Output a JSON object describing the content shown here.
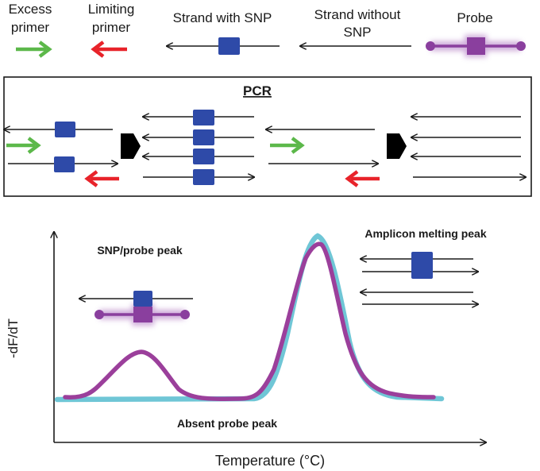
{
  "legend": {
    "excess_primer": [
      "Excess",
      "primer"
    ],
    "limiting_primer": [
      "Limiting",
      "primer"
    ],
    "strand_snp": "Strand with SNP",
    "strand_no_snp": [
      "Strand without",
      "SNP"
    ],
    "probe": "Probe"
  },
  "pcr": {
    "title": "PCR"
  },
  "graph": {
    "snp_peak": "SNP/probe peak",
    "amplicon_peak": "Amplicon melting peak",
    "absent_peak": "Absent probe peak",
    "ylabel": "-dF/dT",
    "xlabel": "Temperature (°C)"
  },
  "colors": {
    "excess_primer": "#5cb84a",
    "limiting_primer": "#e8232a",
    "snp_box": "#2e4aa8",
    "probe": "#8a3f9e",
    "probe_glow": "#c9a3d6",
    "curve_probe": "#9b3f9b",
    "curve_no_probe": "#6fc6d6"
  }
}
